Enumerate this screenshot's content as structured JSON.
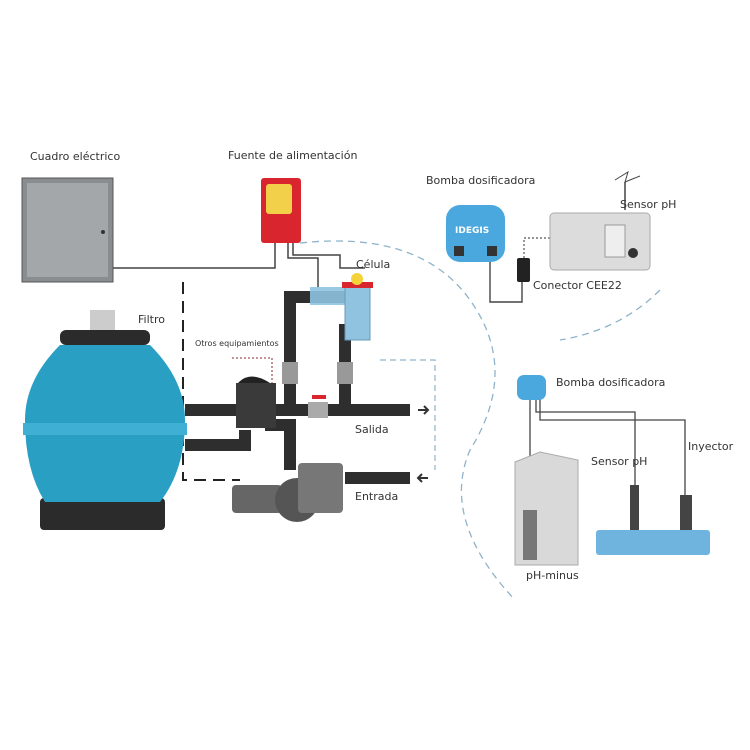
{
  "labels": {
    "cuadro": "Cuadro eléctrico",
    "fuente": "Fuente de alimentación",
    "bomba_top": "Bomba dosificadora",
    "sensor_top": "Sensor pH",
    "conector": "Conector CEE22",
    "celula": "Célula",
    "filtro": "Filtro",
    "otros": "Otros equipamientos",
    "salida": "Salida",
    "entrada": "Entrada",
    "bomba_bottom": "Bomba dosificadora",
    "sensor_bottom": "Sensor pH",
    "inyector": "Inyector",
    "ph_minus": "pH-minus"
  },
  "logo": "IDEGIS",
  "colors": {
    "tank": "#2a9fc4",
    "power": "#d8252e",
    "pump": "#4aa8de",
    "pipe": "#333333",
    "dash": "#8fb3c9"
  }
}
